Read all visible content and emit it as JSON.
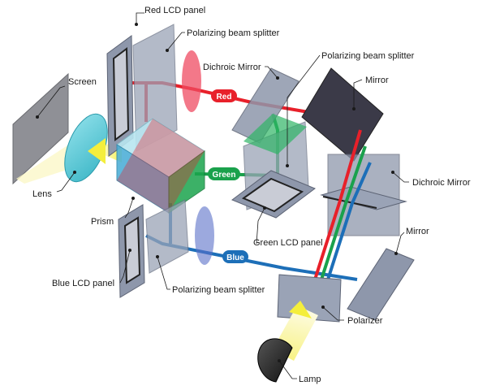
{
  "labels": {
    "red_lcd_panel": "Red LCD panel",
    "pbs_top": "Polarizing beam splitter",
    "dichroic_mirror_top": "Dichroic Mirror",
    "pbs_right": "Polarizing beam splitter",
    "mirror_top": "Mirror",
    "screen": "Screen",
    "lens": "Lens",
    "prism": "Prism",
    "dichroic_mirror_right": "Dichroic Mirror",
    "green_lcd_panel": "Green LCD panel",
    "mirror_right": "Mirror",
    "blue_lcd_panel": "Blue LCD panel",
    "pbs_bottom": "Polarizing beam splitter",
    "polarizer": "Polarizer",
    "lamp": "Lamp"
  },
  "beams": {
    "red": "Red",
    "green": "Green",
    "blue": "Blue"
  },
  "colors": {
    "red": "#e8202a",
    "green": "#1aa14c",
    "blue": "#1d6fb8",
    "light": "#f4ee3c",
    "panel_frame": "#9aa3b6",
    "panel_dark": "#3a3a4a"
  }
}
